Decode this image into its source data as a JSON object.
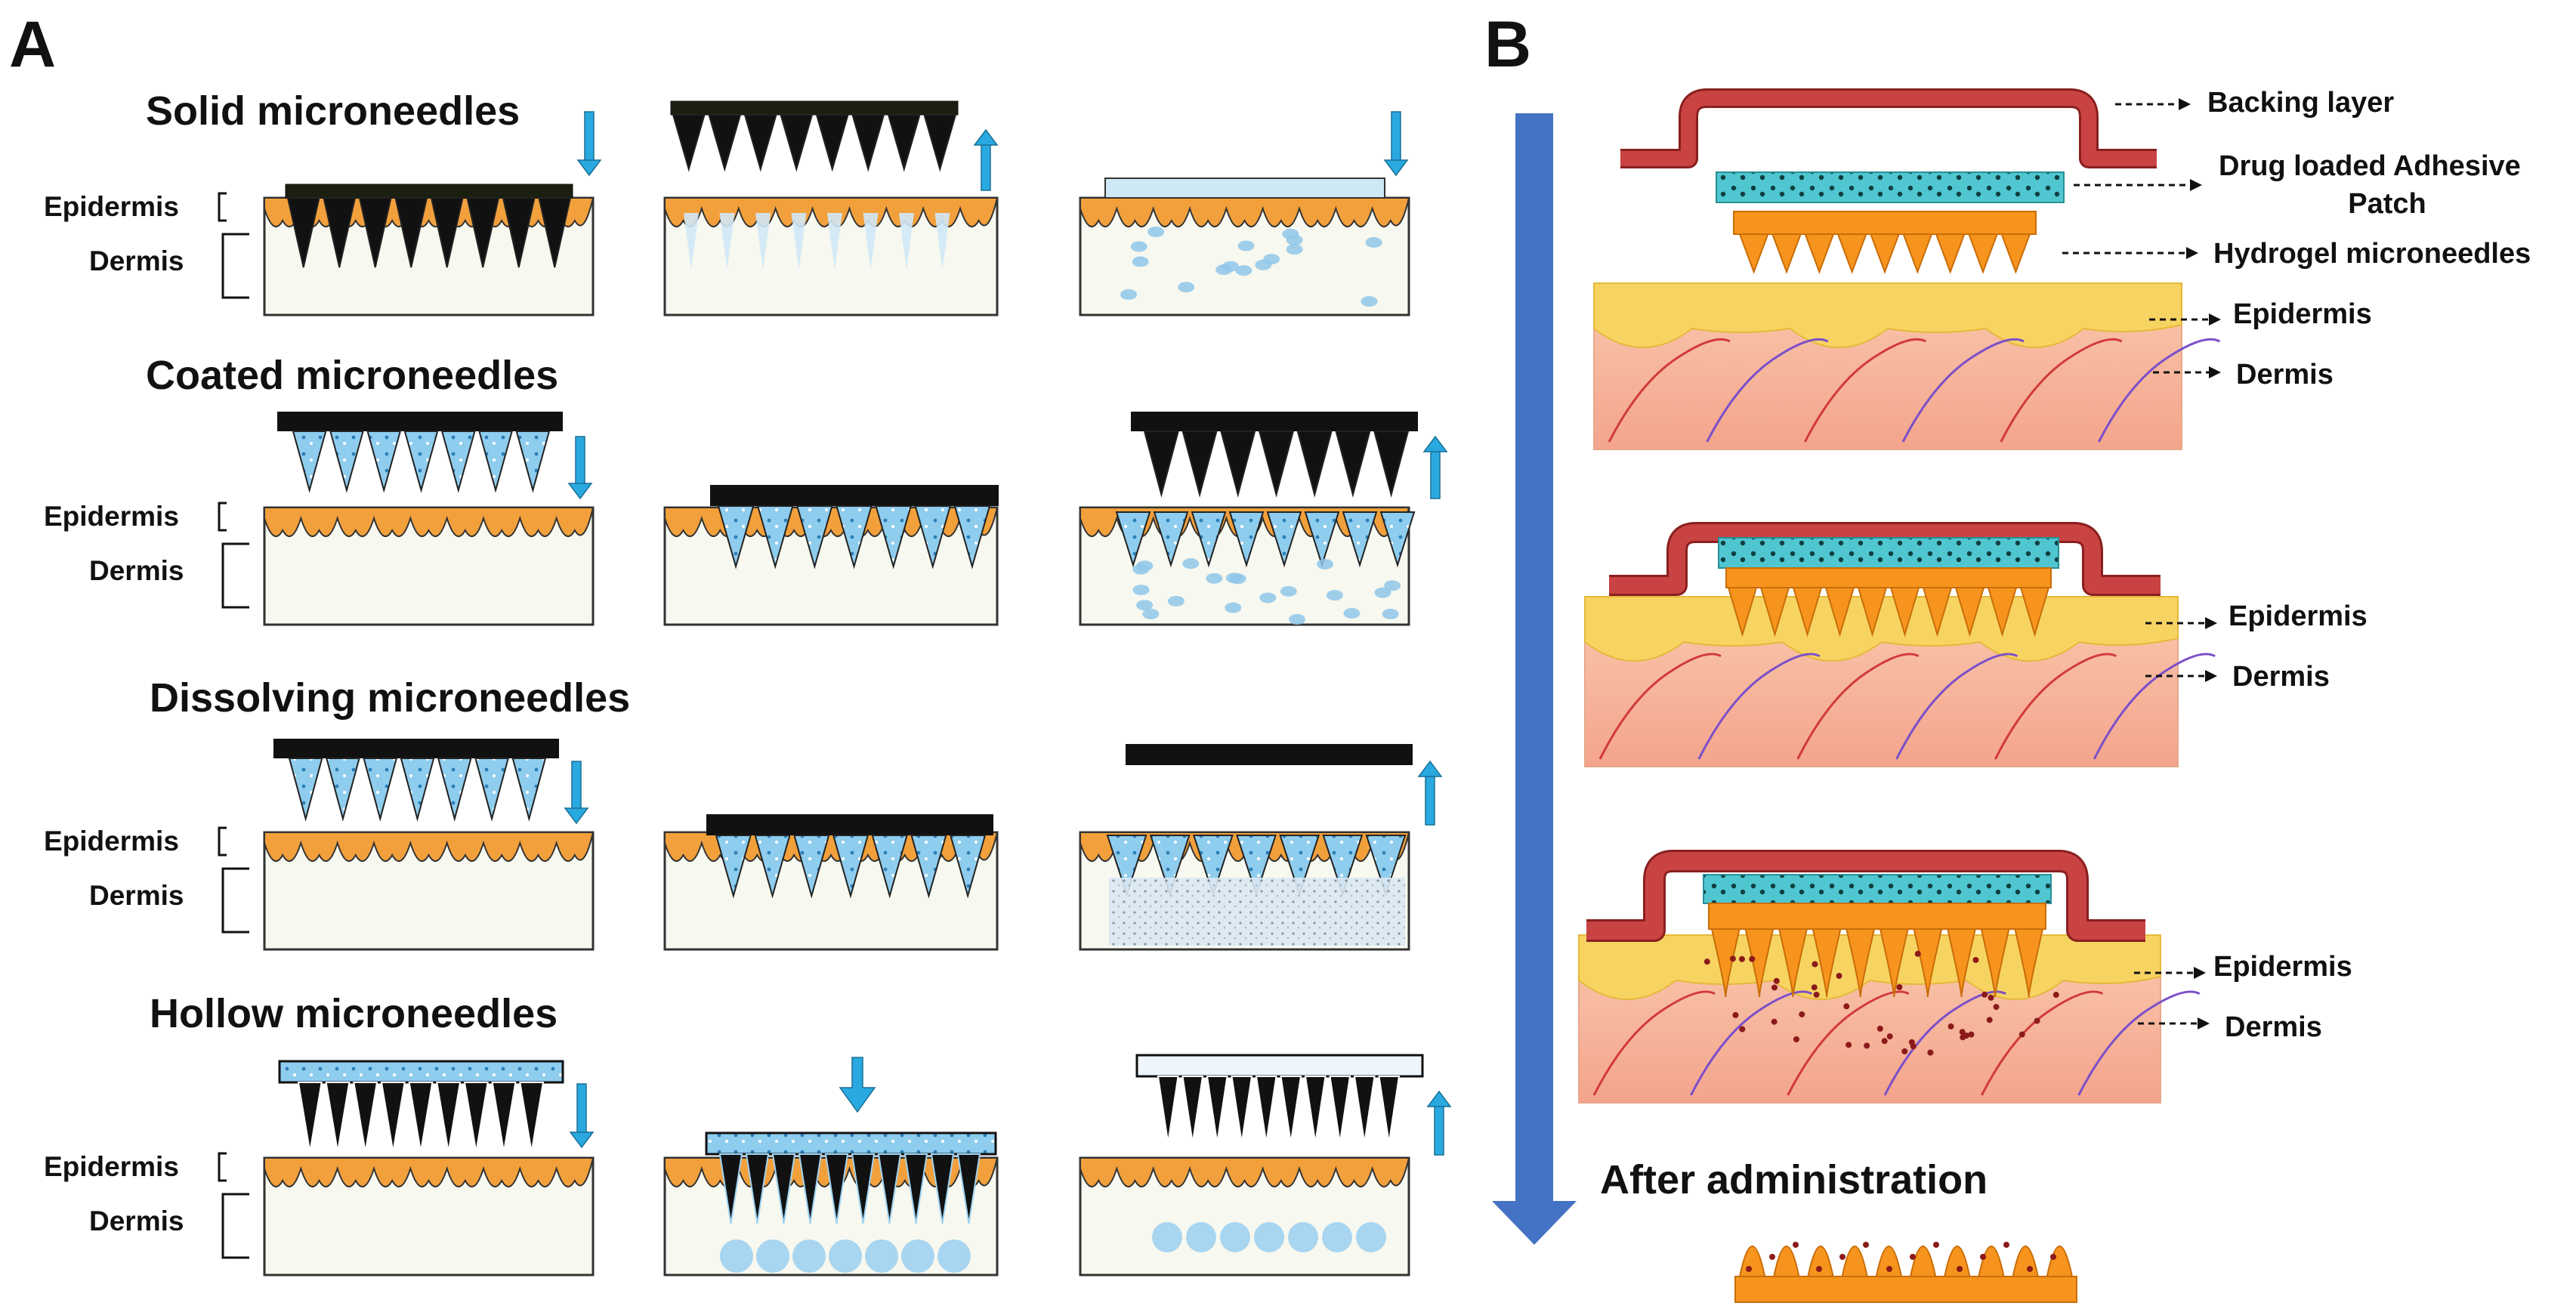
{
  "panels": {
    "a": "A",
    "b": "B"
  },
  "panel_a": {
    "rows": [
      {
        "title": "Solid microneedles",
        "epidermis": "Epidermis",
        "dermis": "Dermis"
      },
      {
        "title": "Coated microneedles",
        "epidermis": "Epidermis",
        "dermis": "Dermis"
      },
      {
        "title": "Dissolving microneedles",
        "epidermis": "Epidermis",
        "dermis": "Dermis"
      },
      {
        "title": "Hollow microneedles",
        "epidermis": "Epidermis",
        "dermis": "Dermis"
      }
    ]
  },
  "panel_b": {
    "callouts": {
      "backing_layer": "Backing layer",
      "adhesive_line1": "Drug loaded Adhesive",
      "adhesive_line2": "Patch",
      "hydrogel": "Hydrogel microneedles"
    },
    "steps": [
      {
        "epidermis": "Epidermis",
        "dermis": "Dermis"
      },
      {
        "epidermis": "Epidermis",
        "dermis": "Dermis"
      },
      {
        "epidermis": "Epidermis",
        "dermis": "Dermis"
      }
    ],
    "after_label": "After administration"
  },
  "colors": {
    "needle_dark": "#111111",
    "epidermis_orange": "#f2a03c",
    "drug_blue": "#7cc3e8",
    "arrow_blue": "#29a9e0",
    "process_arrow": "#4472c4",
    "backing_red": "#c23a3a",
    "adhesive_cyan": "#4fc6d0",
    "hydrogel_orange": "#f7941d",
    "skin_yellow": "#f7d462",
    "dermis_pink": "#f6b9a2"
  }
}
